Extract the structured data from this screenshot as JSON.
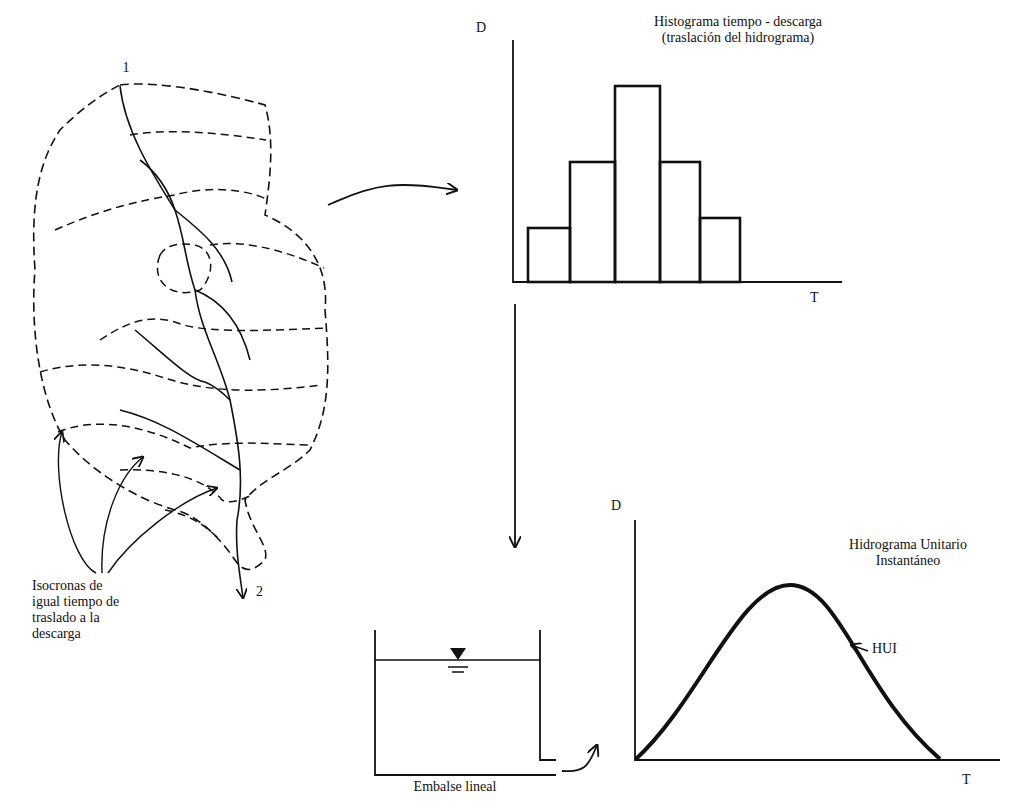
{
  "diagram": {
    "nodes": [
      {
        "text": [
          "1"
        ]
      },
      {
        "text": [
          "Histograma tiempo - descarga (traslación del hidrograma)"
        ]
      },
      {
        "text": [
          "Embalse lineal"
        ]
      },
      {
        "text": [
          "Hidrograma Unitario Instantáneo"
        ]
      }
    ],
    "edges": [
      {
        "from": 0,
        "to": 1,
        "arrow": "to"
      },
      {
        "from": 1,
        "to": 2,
        "arrow": "to"
      },
      {
        "from": 2,
        "to": 3,
        "arrow": "to"
      }
    ],
    "labels": [
      "2",
      "Isocronas de igual tiempo de traslado a la descarga",
      "D",
      "T",
      "D",
      "HUI",
      "T"
    ]
  }
}
